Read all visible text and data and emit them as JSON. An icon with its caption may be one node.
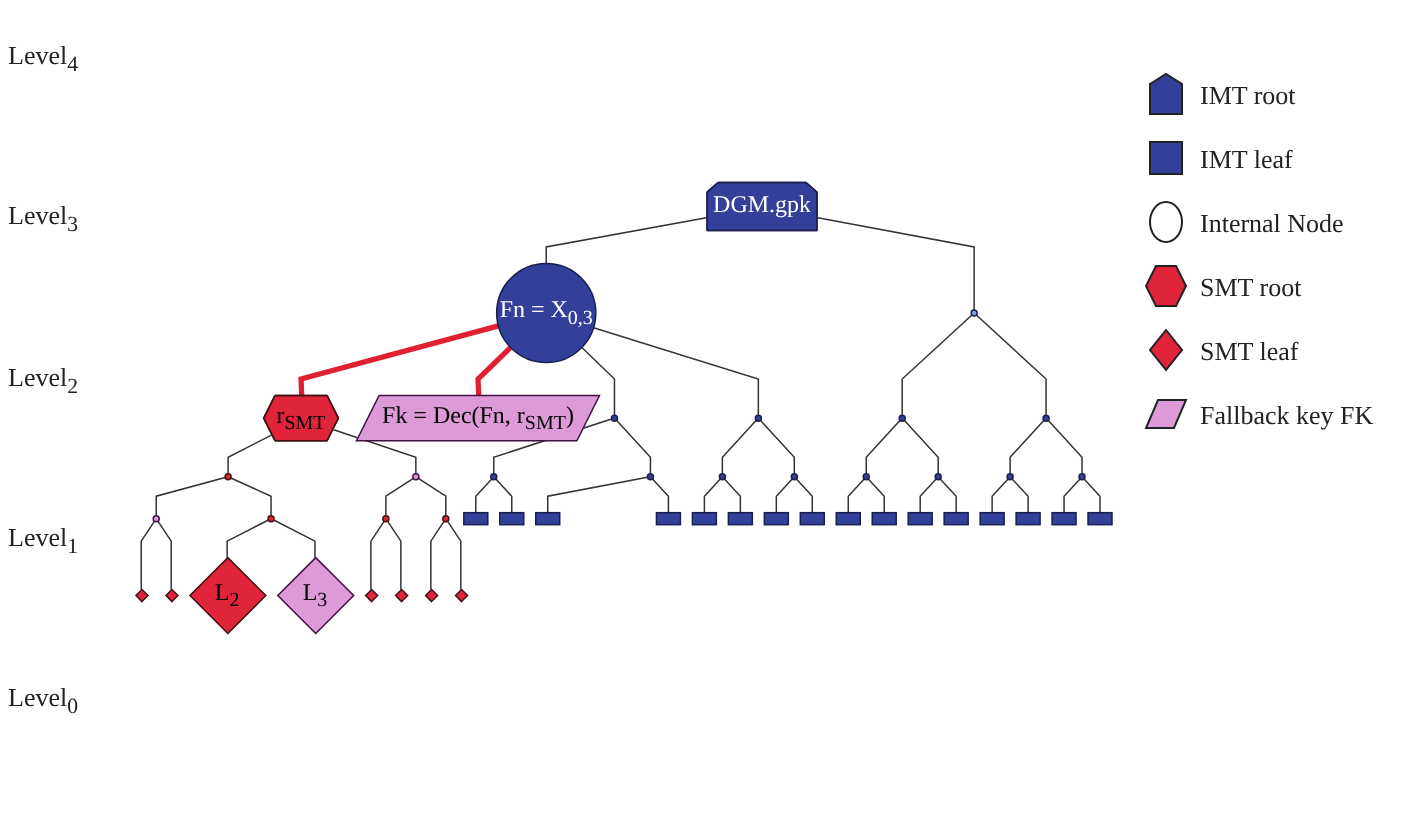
{
  "diagram": {
    "nodes": [
      {
        "text": [
          "DGM.gpk"
        ]
      },
      {
        "text": [
          "Fn = X$_{0,3}$"
        ]
      },
      {
        "text": [],
        "shape": "circle"
      },
      {
        "text": [
          "r$_{SMT}$"
        ]
      },
      {
        "text": [
          "Fk = Dec(Fn, r$_{SMT}$)"
        ]
      },
      {
        "text": [],
        "shape": "circle"
      },
      {
        "text": [],
        "shape": "circle"
      },
      {
        "text": [],
        "shape": "circle"
      },
      {
        "text": [],
        "shape": "circle"
      },
      {
        "text": [],
        "shape": "circle"
      },
      {
        "text": [],
        "shape": "circle"
      },
      {
        "text": [],
        "shape": "circle"
      },
      {
        "text": [],
        "shape": "circle"
      },
      {
        "text": [],
        "shape": "circle"
      },
      {
        "text": [],
        "shape": "circle"
      },
      {
        "text": [],
        "shape": "circle"
      },
      {
        "text": [],
        "shape": "circle"
      },
      {
        "text": [],
        "shape": "circle"
      },
      {
        "text": [],
        "shape": "circle"
      },
      {
        "text": [],
        "shape": "circle"
      },
      {
        "text": [],
        "shape": "circle"
      },
      {
        "text": [],
        "shape": "circle"
      },
      {
        "text": [],
        "shape": "circle"
      },
      {
        "text": [],
        "shape": "box"
      },
      {
        "text": [],
        "shape": "box"
      },
      {
        "text": [],
        "shape": "box"
      },
      {
        "text": [],
        "shape": "box"
      },
      {
        "text": [],
        "shape": "box"
      },
      {
        "text": [],
        "shape": "box"
      },
      {
        "text": [],
        "shape": "box"
      },
      {
        "text": [],
        "shape": "box"
      },
      {
        "text": [],
        "shape": "box"
      },
      {
        "text": [],
        "shape": "box"
      },
      {
        "text": [],
        "shape": "box"
      },
      {
        "text": [],
        "shape": "box"
      },
      {
        "text": [],
        "shape": "box"
      },
      {
        "text": [],
        "shape": "box"
      },
      {
        "text": [],
        "shape": "box"
      },
      {
        "text": [],
        "shape": "box"
      },
      {
        "text": [],
        "shape": "diamond"
      },
      {
        "text": [],
        "shape": "diamond"
      },
      {
        "text": [
          "L$_{2}$"
        ]
      },
      {
        "text": [
          "L$_{3}$"
        ]
      },
      {
        "text": [],
        "shape": "diamond"
      },
      {
        "text": [],
        "shape": "diamond"
      },
      {
        "text": [],
        "shape": "diamond"
      },
      {
        "text": [],
        "shape": "diamond"
      }
    ],
    "edges": [
      {
        "from": 0,
        "to": 1,
        "arrow": "none"
      },
      {
        "from": 0,
        "to": 2,
        "arrow": "none"
      },
      {
        "from": 1,
        "to": 3,
        "arrow": "none",
        "style": "thick",
        "color": "#e02030"
      },
      {
        "from": 1,
        "to": 4,
        "arrow": "none",
        "style": "thick",
        "color": "#e02030"
      },
      {
        "from": 1,
        "to": 5,
        "arrow": "none"
      },
      {
        "from": 1,
        "to": 7,
        "arrow": "none"
      },
      {
        "from": 3,
        "to": 6,
        "arrow": "none"
      },
      {
        "from": 3,
        "to": 8,
        "arrow": "none"
      },
      {
        "from": 2,
        "to": 9,
        "arrow": "none"
      },
      {
        "from": 2,
        "to": 10,
        "arrow": "none"
      },
      {
        "from": 5,
        "to": 11,
        "arrow": "none"
      },
      {
        "from": 5,
        "to": 13,
        "arrow": "none"
      },
      {
        "from": 6,
        "to": 12,
        "arrow": "none"
      },
      {
        "from": 6,
        "to": 14,
        "arrow": "none"
      },
      {
        "from": 7,
        "to": 15,
        "arrow": "none"
      },
      {
        "from": 7,
        "to": 17,
        "arrow": "none"
      },
      {
        "from": 8,
        "to": 16,
        "arrow": "none"
      },
      {
        "from": 8,
        "to": 18,
        "arrow": "none"
      },
      {
        "from": 9,
        "to": 19,
        "arrow": "none"
      },
      {
        "from": 9,
        "to": 20,
        "arrow": "none"
      },
      {
        "from": 10,
        "to": 21,
        "arrow": "none"
      },
      {
        "from": 10,
        "to": 22,
        "arrow": "none"
      },
      {
        "from": 11,
        "to": 23,
        "arrow": "none"
      },
      {
        "from": 11,
        "to": 24,
        "arrow": "none"
      },
      {
        "from": 12,
        "to": 39,
        "arrow": "none"
      },
      {
        "from": 12,
        "to": 40,
        "arrow": "none"
      },
      {
        "from": 13,
        "to": 25,
        "arrow": "none"
      },
      {
        "from": 13,
        "to": 26,
        "arrow": "none"
      },
      {
        "from": 14,
        "to": 41,
        "arrow": "none"
      },
      {
        "from": 14,
        "to": 42,
        "arrow": "none"
      },
      {
        "from": 15,
        "to": 27,
        "arrow": "none"
      },
      {
        "from": 15,
        "to": 28,
        "arrow": "none"
      },
      {
        "from": 16,
        "to": 43,
        "arrow": "none"
      },
      {
        "from": 16,
        "to": 44,
        "arrow": "none"
      },
      {
        "from": 17,
        "to": 29,
        "arrow": "none"
      },
      {
        "from": 17,
        "to": 30,
        "arrow": "none"
      },
      {
        "from": 18,
        "to": 45,
        "arrow": "none"
      },
      {
        "from": 18,
        "to": 46,
        "arrow": "none"
      },
      {
        "from": 19,
        "to": 31,
        "arrow": "none"
      },
      {
        "from": 19,
        "to": 32,
        "arrow": "none"
      },
      {
        "from": 20,
        "to": 33,
        "arrow": "none"
      },
      {
        "from": 20,
        "to": 34,
        "arrow": "none"
      },
      {
        "from": 21,
        "to": 35,
        "arrow": "none"
      },
      {
        "from": 21,
        "to": 36,
        "arrow": "none"
      },
      {
        "from": 22,
        "to": 37,
        "arrow": "none"
      },
      {
        "from": 22,
        "to": 38,
        "arrow": "none"
      }
    ],
    "labels": [
      "Level$_{4}$",
      "Level$_{3}$",
      "Level$_{2}$",
      "Level$_{1}$",
      "Level$_{0}$"
    ],
    "legend": [
      {
        "text": "IMT root"
      },
      {
        "text": "IMT leaf"
      },
      {
        "text": "Internal Node"
      },
      {
        "text": "SMT root"
      },
      {
        "text": "SMT leaf"
      },
      {
        "text": "Fallback key FK"
      }
    ]
  }
}
